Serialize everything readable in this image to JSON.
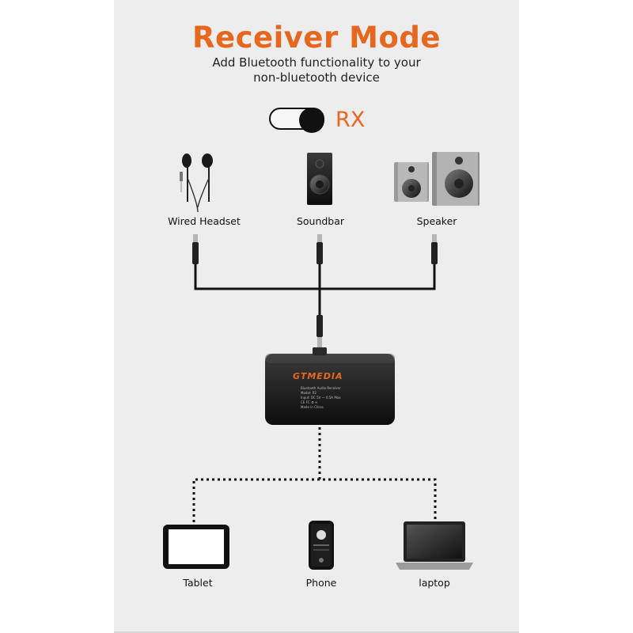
{
  "title": "Receiver Mode",
  "subtitle_line1": "Add Bluetooth functionality to your",
  "subtitle_line2": "non-bluetooth device",
  "mode_label": "RX",
  "output_devices": [
    {
      "label": "Wired Headset",
      "icon": "earphones-icon"
    },
    {
      "label": "Soundbar",
      "icon": "soundbar-icon"
    },
    {
      "label": "Speaker",
      "icon": "speaker-icon"
    }
  ],
  "receiver": {
    "brand": "GTMEDIA",
    "line1": "Bluetooth Audio Receiver",
    "line2": "Model: R2",
    "line3": "Input: DC 5V — 0.5A Max",
    "line4": "CE FC ♻ ✕",
    "line5": "Made in China"
  },
  "source_devices": [
    {
      "label": "Tablet",
      "icon": "tablet-icon"
    },
    {
      "label": "Phone",
      "icon": "phone-icon"
    },
    {
      "label": "laptop",
      "icon": "laptop-icon"
    }
  ],
  "colors": {
    "accent": "#e8671f",
    "card": "#ededed",
    "ink": "#111111"
  }
}
